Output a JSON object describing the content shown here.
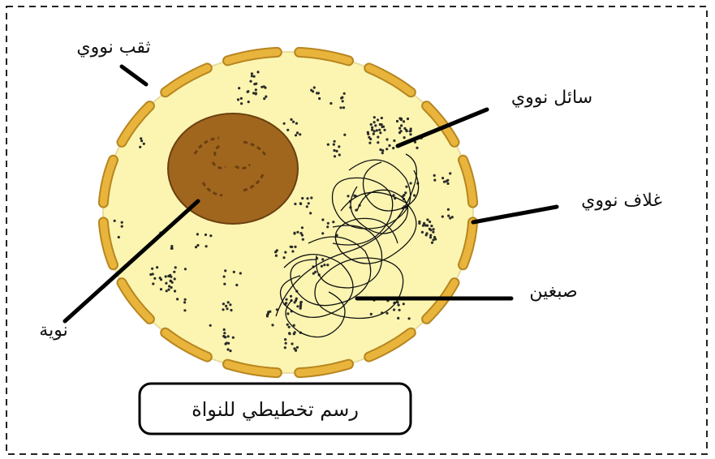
{
  "diagram": {
    "caption": "رسم تخطيطي للنواة",
    "labels": {
      "nuclear_pore": "ثقب نووي",
      "nucleoplasm": "سائل نووي",
      "nuclear_envelope": "غلاف نووي",
      "chromatin": "صبغين",
      "nucleolus": "نوية"
    }
  },
  "colors": {
    "nucleus_fill": "#fbf5b1",
    "envelope_segment": "#e9b43c",
    "nucleolus_fill": "#a0661e",
    "outline": "#000000"
  }
}
